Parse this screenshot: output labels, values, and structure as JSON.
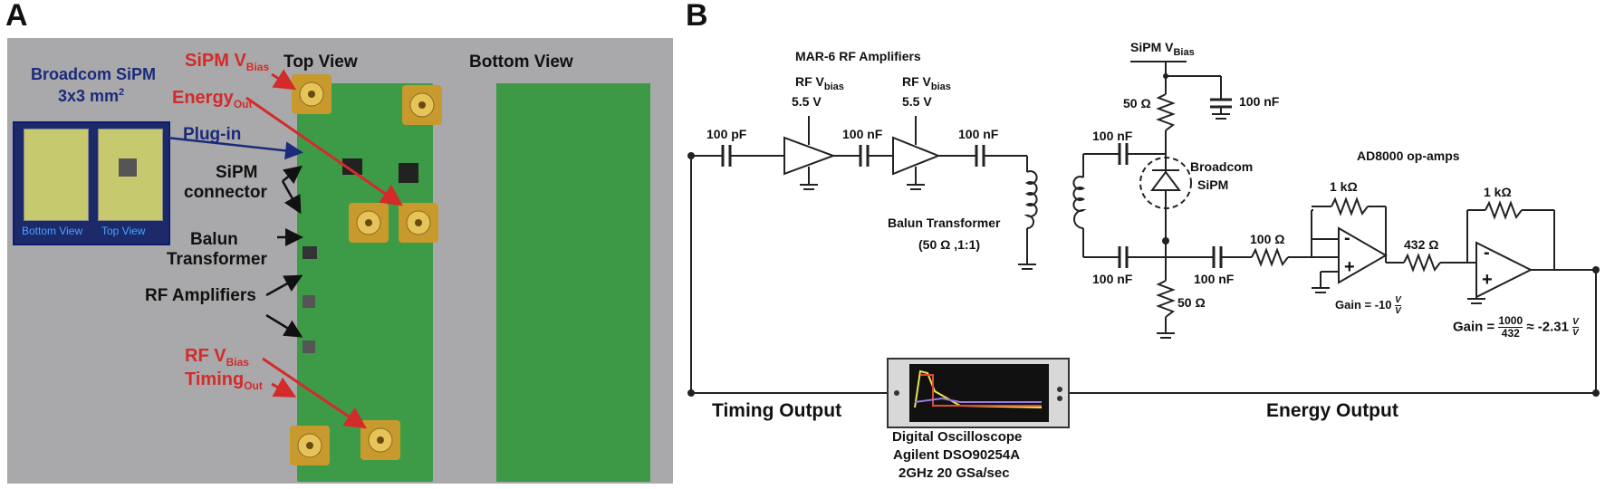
{
  "panel_a": {
    "letter": "A",
    "sipm_title": "Broadcom SiPM",
    "sipm_size": "3x3 mm",
    "sipm_size_sup": "2",
    "chip_bottom_view": "Bottom View",
    "chip_top_view": "Top View",
    "plug_in": "Plug-in",
    "top_view": "Top View",
    "bottom_view": "Bottom View",
    "sipm_vbias_main": "SiPM V",
    "sipm_vbias_sub": "Bias",
    "energy_out_main": "Energy",
    "energy_out_sub": "Out",
    "sipm_connector_1": "SiPM",
    "sipm_connector_2": "connector",
    "balun_1": "Balun",
    "balun_2": "Transformer",
    "rf_amplifiers": "RF Amplifiers",
    "rf_vbias_main": "RF V",
    "rf_vbias_sub": "Bias",
    "timing_out_main": "Timing",
    "timing_out_sub": "Out"
  },
  "panel_b": {
    "letter": "B",
    "mar6_title": "MAR-6 RF Amplifiers",
    "rf_vbias_main": "RF V",
    "rf_vbias_sub": "bias",
    "rf_voltage": "5.5 V",
    "cap_100pf": "100 pF",
    "cap_100nf": "100 nF",
    "balun_label": "Balun Transformer",
    "balun_spec": "(50 Ω ,1:1)",
    "sipm_vbias_main": "SiPM V",
    "sipm_vbias_sub": "Bias",
    "res_50": "50 Ω",
    "broadcom_1": "Broadcom",
    "broadcom_2": "SiPM",
    "ad8000_title": "AD8000 op-amps",
    "res_1k": "1 kΩ",
    "res_100": "100 Ω",
    "res_432": "432 Ω",
    "gain1_prefix": "Gain = -10",
    "gain_frac_num": "V",
    "gain_frac_den": "V",
    "gain2_prefix": "Gain =",
    "gain2_num": "1000",
    "gain2_den": "432",
    "gain2_approx": "≈ -2.31",
    "timing_output": "Timing Output",
    "energy_output": "Energy Output",
    "scope_1": "Digital Oscilloscope",
    "scope_2": "Agilent DSO90254A",
    "scope_3": "2GHz 20 GSa/sec",
    "opamp_minus": "-",
    "opamp_plus": "+"
  },
  "colors": {
    "pcb_green": "#3d9a46",
    "label_red": "#d42a2a",
    "navy": "#1b2a7a",
    "panel_gray": "#a9a9ab",
    "gold": "#c89a2e"
  }
}
